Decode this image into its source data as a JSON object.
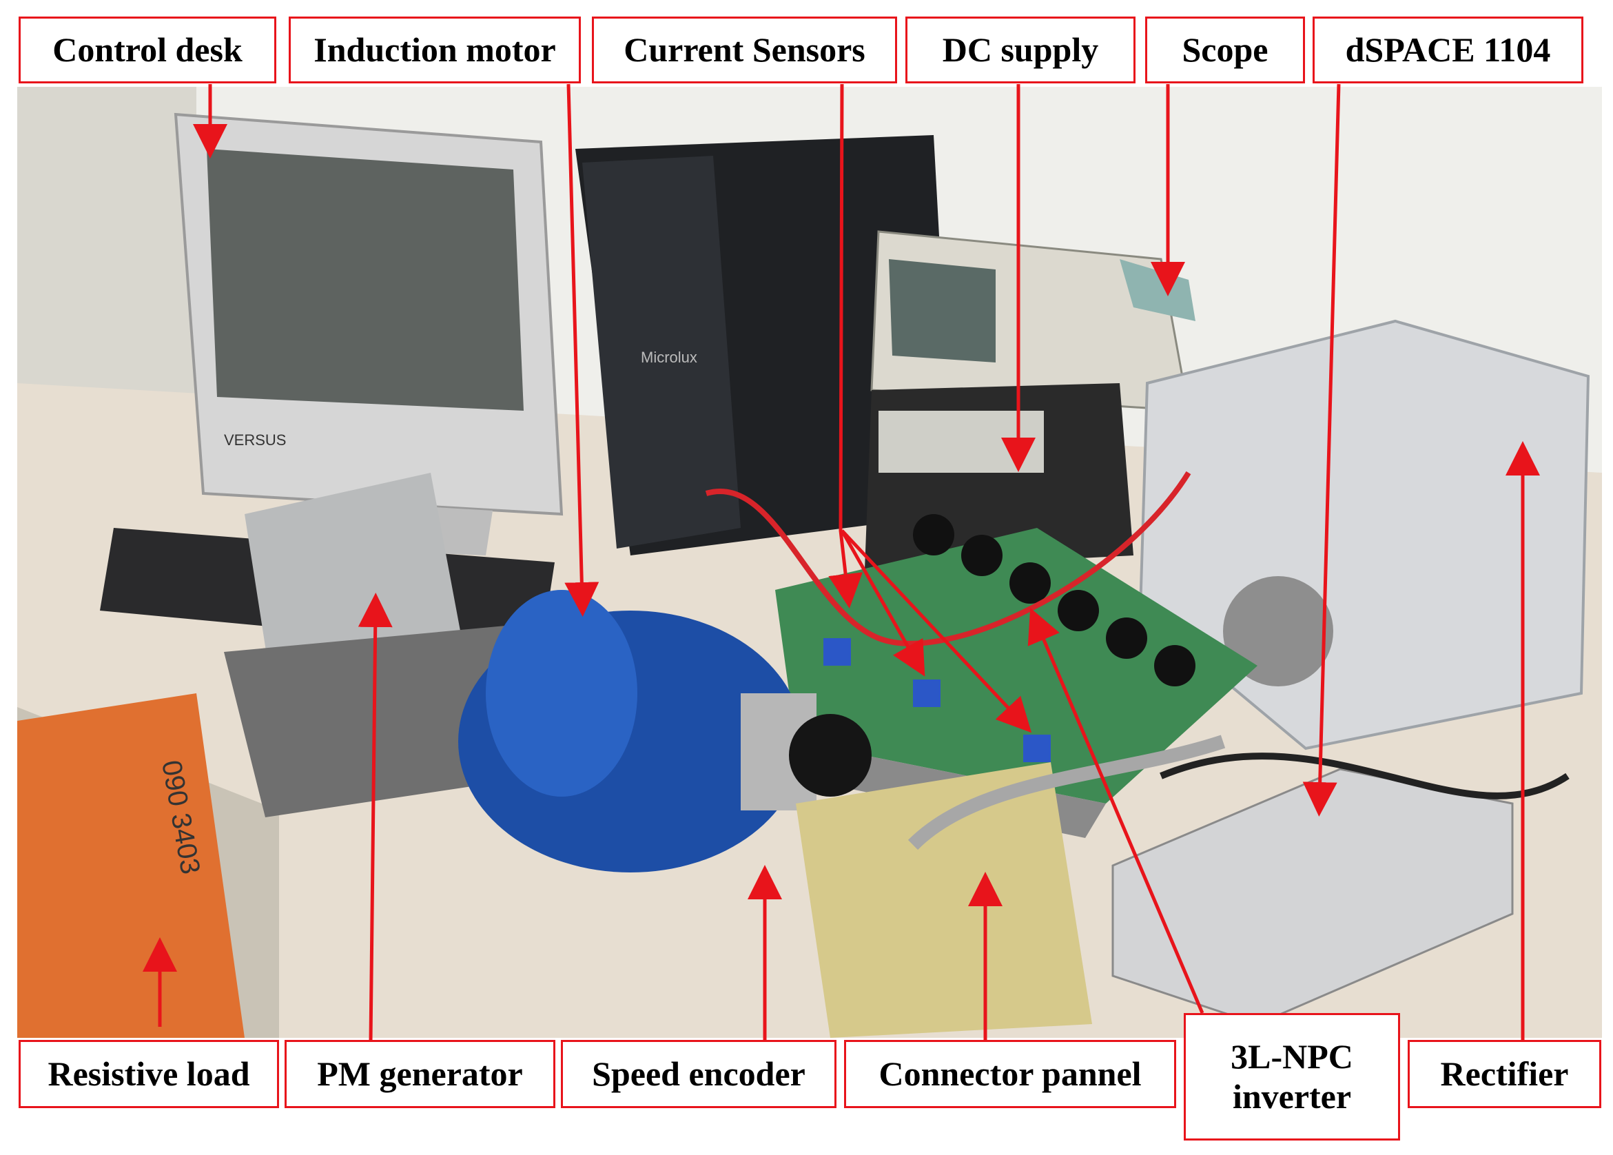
{
  "labels": {
    "control_desk": "Control desk",
    "induction_motor": "Induction motor",
    "current_sensors": "Current Sensors",
    "dc_supply": "DC supply",
    "scope": "Scope",
    "dspace": "dSPACE 1104",
    "resistive_load": "Resistive load",
    "pm_generator": "PM generator",
    "speed_encoder": "Speed encoder",
    "connector_pannel": "Connector pannel",
    "npc_line1": "3L-NPC",
    "npc_line2": "inverter",
    "rectifier": "Rectifier"
  },
  "photo_text": {
    "monitor_brand": "VERSUS",
    "pc_brand": "Microlux",
    "load_marking": "090 3403"
  },
  "colors": {
    "label_border": "#e8141b",
    "arrow": "#e8141b",
    "table": "#e6ddd0",
    "wall": "#eeeeea"
  }
}
